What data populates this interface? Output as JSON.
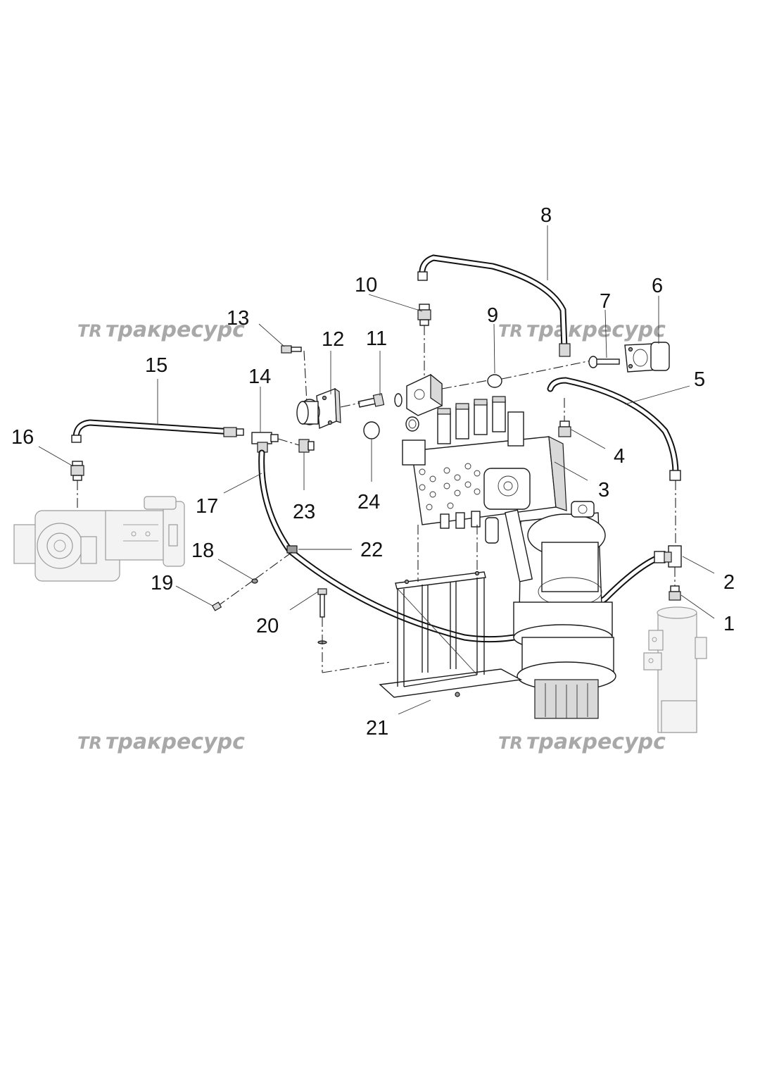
{
  "diagram": {
    "callouts": [
      "1",
      "2",
      "3",
      "4",
      "5",
      "6",
      "7",
      "8",
      "9",
      "10",
      "11",
      "12",
      "13",
      "14",
      "15",
      "16",
      "17",
      "18",
      "19",
      "20",
      "21",
      "22",
      "23",
      "24"
    ]
  },
  "watermark": {
    "logo": "TR",
    "text": "тракресурс"
  },
  "colors": {
    "background": "#ffffff",
    "linework": "#111111",
    "watermark": "#a8a8a8"
  }
}
